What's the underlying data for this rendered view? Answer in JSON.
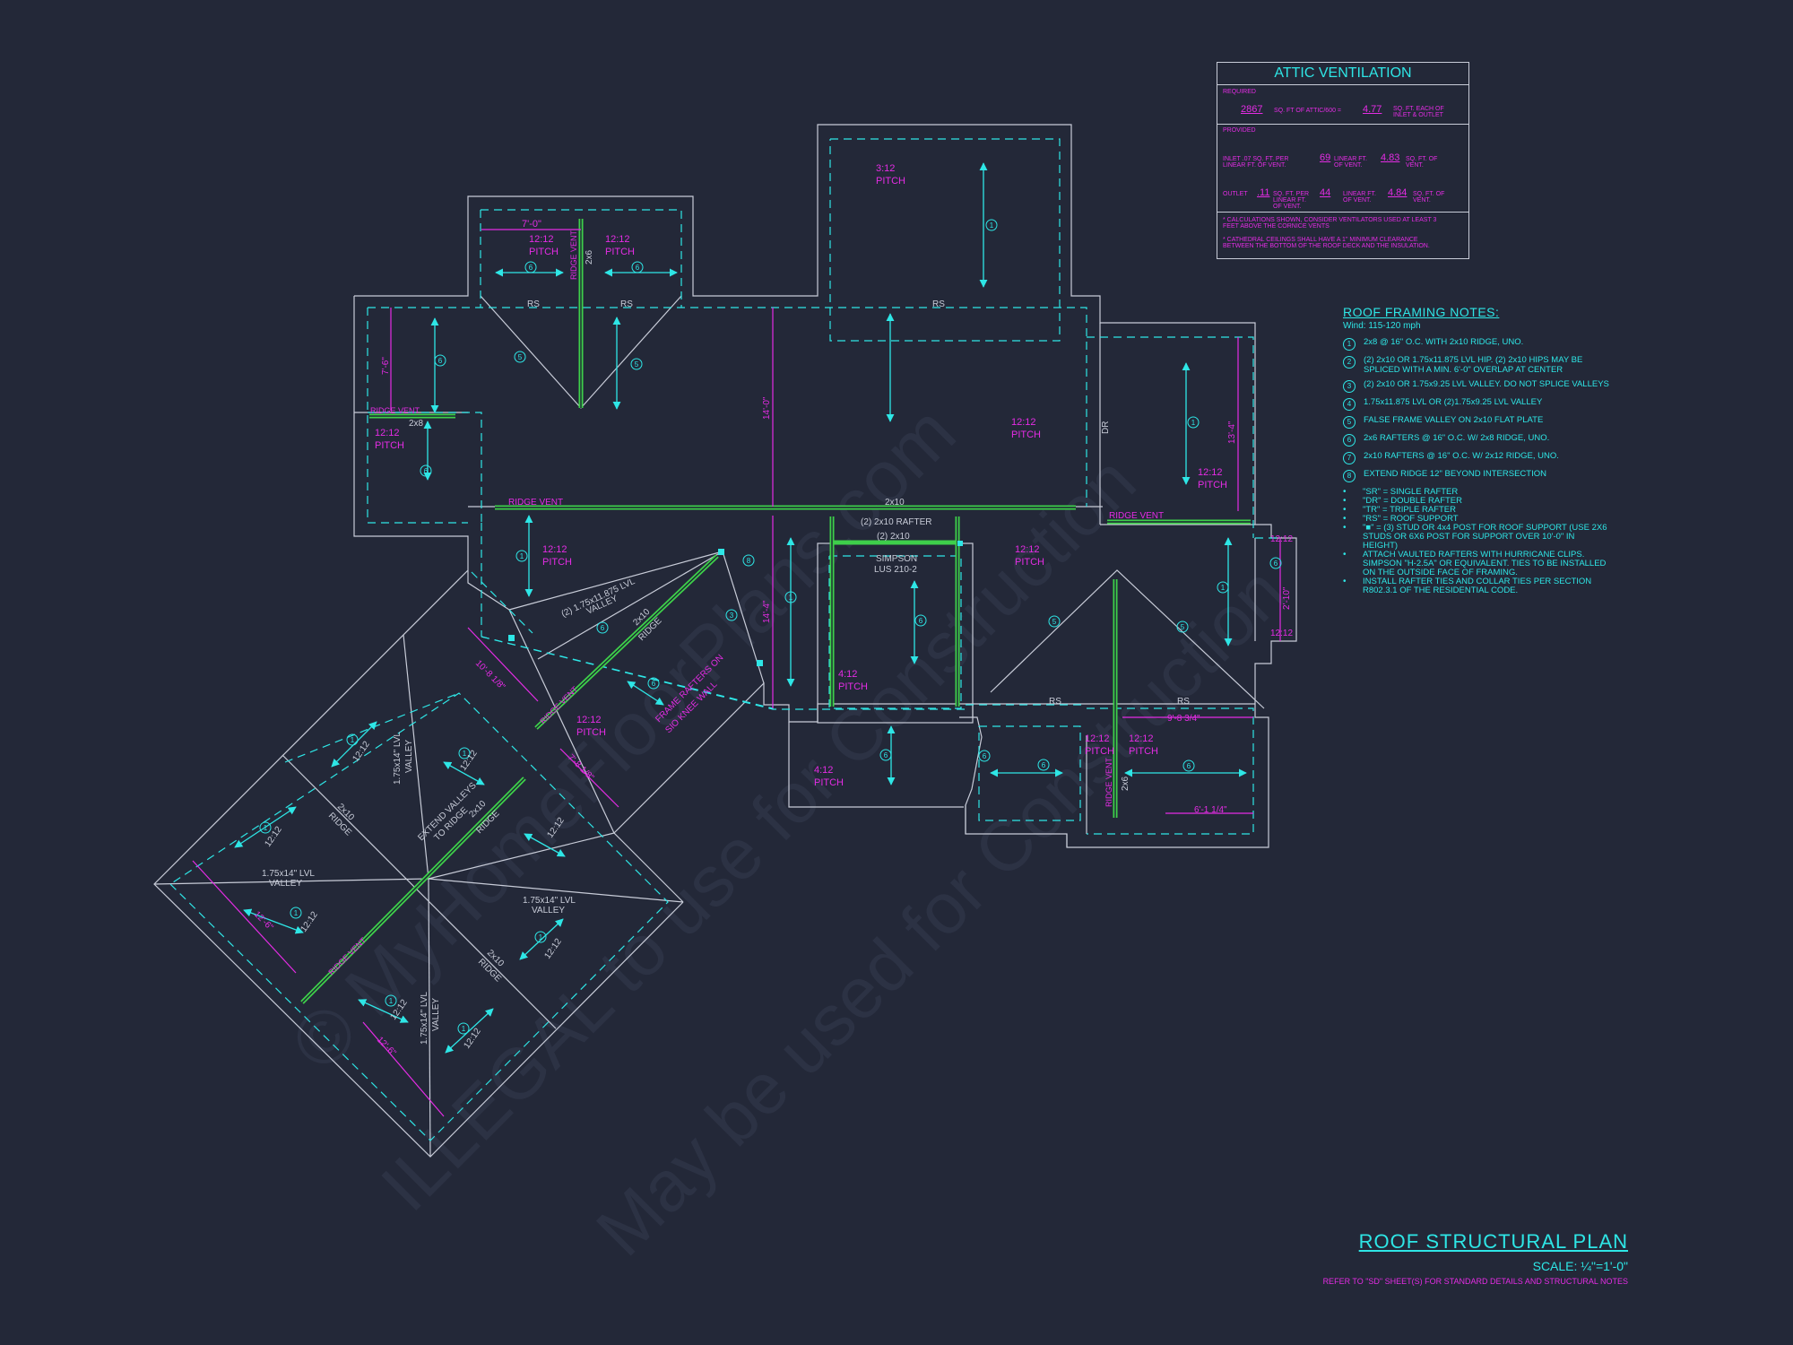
{
  "drawing": {
    "title": "ROOF STRUCTURAL PLAN",
    "scale": "SCALE: ¼\"=1'-0\"",
    "reference_note": "REFER TO \"SD\" SHEET(S) FOR STANDARD DETAILS AND STRUCTURAL NOTES"
  },
  "watermark": {
    "line1": "© MyHomeFloorPlans.com",
    "line2": "ILLEGAL to use for Construction",
    "line3": "May be used for Construction"
  },
  "attic_ventilation": {
    "title": "ATTIC VENTILATION",
    "required_label": "REQUIRED",
    "required_area": "2867",
    "required_area_unit": "SQ. FT OF ATTIC/600 =",
    "required_vent": "4.77",
    "required_vent_unit": "SQ. FT. EACH OF INLET & OUTLET",
    "provided_label": "PROVIDED",
    "inlet_text": "INLET .07 SQ. FT. PER LINEAR FT. OF VENT.",
    "inlet_lf": "69",
    "inlet_lf_unit": "LINEAR FT. OF VENT.",
    "inlet_area": "4.83",
    "inlet_area_unit": "SQ. FT. OF VENT.",
    "outlet_label": "OUTLET",
    "outlet_rate": ".11",
    "outlet_rate_unit": "SQ. FT. PER LINEAR FT. OF VENT.",
    "outlet_lf": "44",
    "outlet_lf_unit": "LINEAR FT. OF VENT.",
    "outlet_area": "4.84",
    "outlet_area_unit": "SQ. FT. OF VENT.",
    "note1": "* CALCULATIONS SHOWN, CONSIDER VENTILATORS USED AT LEAST 3 FEET ABOVE THE CORNICE VENTS",
    "note2": "* CATHEDRAL CEILINGS SHALL HAVE A 1\" MINIMUM CLEARANCE BETWEEN THE BOTTOM OF THE ROOF DECK AND THE INSULATION."
  },
  "framing_notes": {
    "title": "ROOF FRAMING NOTES:",
    "wind": "Wind: 115-120 mph",
    "items": [
      {
        "num": "1",
        "text": "2x8 @ 16\" O.C. WITH 2x10 RIDGE, UNO."
      },
      {
        "num": "2",
        "text": "(2) 2x10 OR 1.75x11.875 LVL HIP. (2) 2x10 HIPS MAY BE SPLICED WITH A MIN. 6'-0\" OVERLAP AT CENTER"
      },
      {
        "num": "3",
        "text": "(2) 2x10 OR 1.75x9.25 LVL VALLEY. DO NOT SPLICE VALLEYS"
      },
      {
        "num": "4",
        "text": "1.75x11.875 LVL OR (2)1.75x9.25 LVL VALLEY"
      },
      {
        "num": "5",
        "text": "FALSE FRAME VALLEY ON 2x10 FLAT PLATE"
      },
      {
        "num": "6",
        "text": "2x6 RAFTERS @ 16\" O.C. W/ 2x8 RIDGE, UNO."
      },
      {
        "num": "7",
        "text": "2x10 RAFTERS @ 16\" O.C. W/ 2x12 RIDGE, UNO."
      },
      {
        "num": "8",
        "text": "EXTEND RIDGE 12\" BEYOND INTERSECTION"
      }
    ],
    "bullets": [
      "\"SR\" = SINGLE RAFTER",
      "\"DR\" = DOUBLE RAFTER",
      "\"TR\" = TRIPLE RAFTER",
      "\"RS\" = ROOF SUPPORT",
      "\"■\" = (3) STUD OR 4x4 POST FOR ROOF SUPPORT (USE 2X6 STUDS OR 6X6 POST FOR SUPPORT OVER 10'-0\" IN HEIGHT)",
      "ATTACH VAULTED RAFTERS WITH HURRICANE CLIPS. SIMPSON \"H-2.5A\" OR EQUIVALENT. TIES TO BE INSTALLED ON THE OUTSIDE FACE OF FRAMING.",
      "INSTALL RAFTER TIES AND COLLAR TIES PER SECTION R802.3.1 OF THE RESIDENTIAL CODE."
    ]
  },
  "plan_labels": {
    "pitch_12": "12:12",
    "pitch_3": "3:12",
    "pitch_4": "4:12",
    "pitch_word": "PITCH",
    "ridge_vent": "RIDGE VENT",
    "rs": "RS",
    "dr": "DR",
    "ridge_2x10": "2x10",
    "ridge_2x8": "2x8",
    "ridge_2x6": "2x6",
    "rafter_2x10": "(2) 2x10 RAFTER",
    "joist_2x10": "(2) 2x10",
    "simpson": "SIMPSON",
    "lus": "LUS 210-2",
    "lvl_valley_small": "(2) 1.75x11.875 LVL",
    "valley_word": "VALLEY",
    "lvl_valley_big": "1.75x14\" LVL",
    "ridge_word": "RIDGE",
    "frame_rafters": "FRAME RAFTERS ON",
    "sio_knee_wall": "SIO KNEE WALL",
    "extend_valleys": "EXTEND VALLEYS",
    "to_ridge": "TO RIDGE",
    "dim_7_0": "7'-0\"",
    "dim_7_6": "7'-6\"",
    "dim_14_0": "14'-0\"",
    "dim_14_4": "14'-4\"",
    "dim_13_4": "13'-4\"",
    "dim_10_8": "10'-8 1/8\"",
    "dim_7_8": "7'-8 1/8\"",
    "dim_12_6": "12'-6\"",
    "dim_9_8": "9'-8 3/4\"",
    "dim_6_1": "6'-1 1/4\"",
    "dim_2_10": "2'-10\"",
    "n1": "1",
    "n3": "3",
    "n5": "5",
    "n6": "6",
    "n8": "8"
  }
}
